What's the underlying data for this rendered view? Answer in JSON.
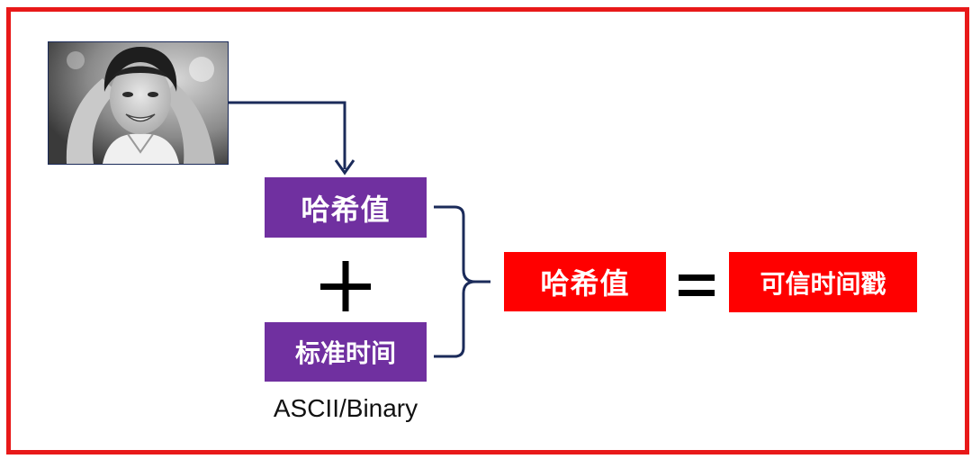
{
  "colors": {
    "frame": "#e81919",
    "purple_box": "#7030a0",
    "red_box": "#ff0000",
    "connector": "#1b2b5a"
  },
  "photo": {
    "icon": "portrait-photo-icon"
  },
  "diagram": {
    "input_hash_label": "哈希值",
    "plus_symbol": "+",
    "standard_time_label": "标准时间",
    "standard_time_caption": "ASCII/Binary",
    "output_hash_label": "哈希值",
    "equals_symbol": "=",
    "timestamp_label": "可信时间戳"
  }
}
